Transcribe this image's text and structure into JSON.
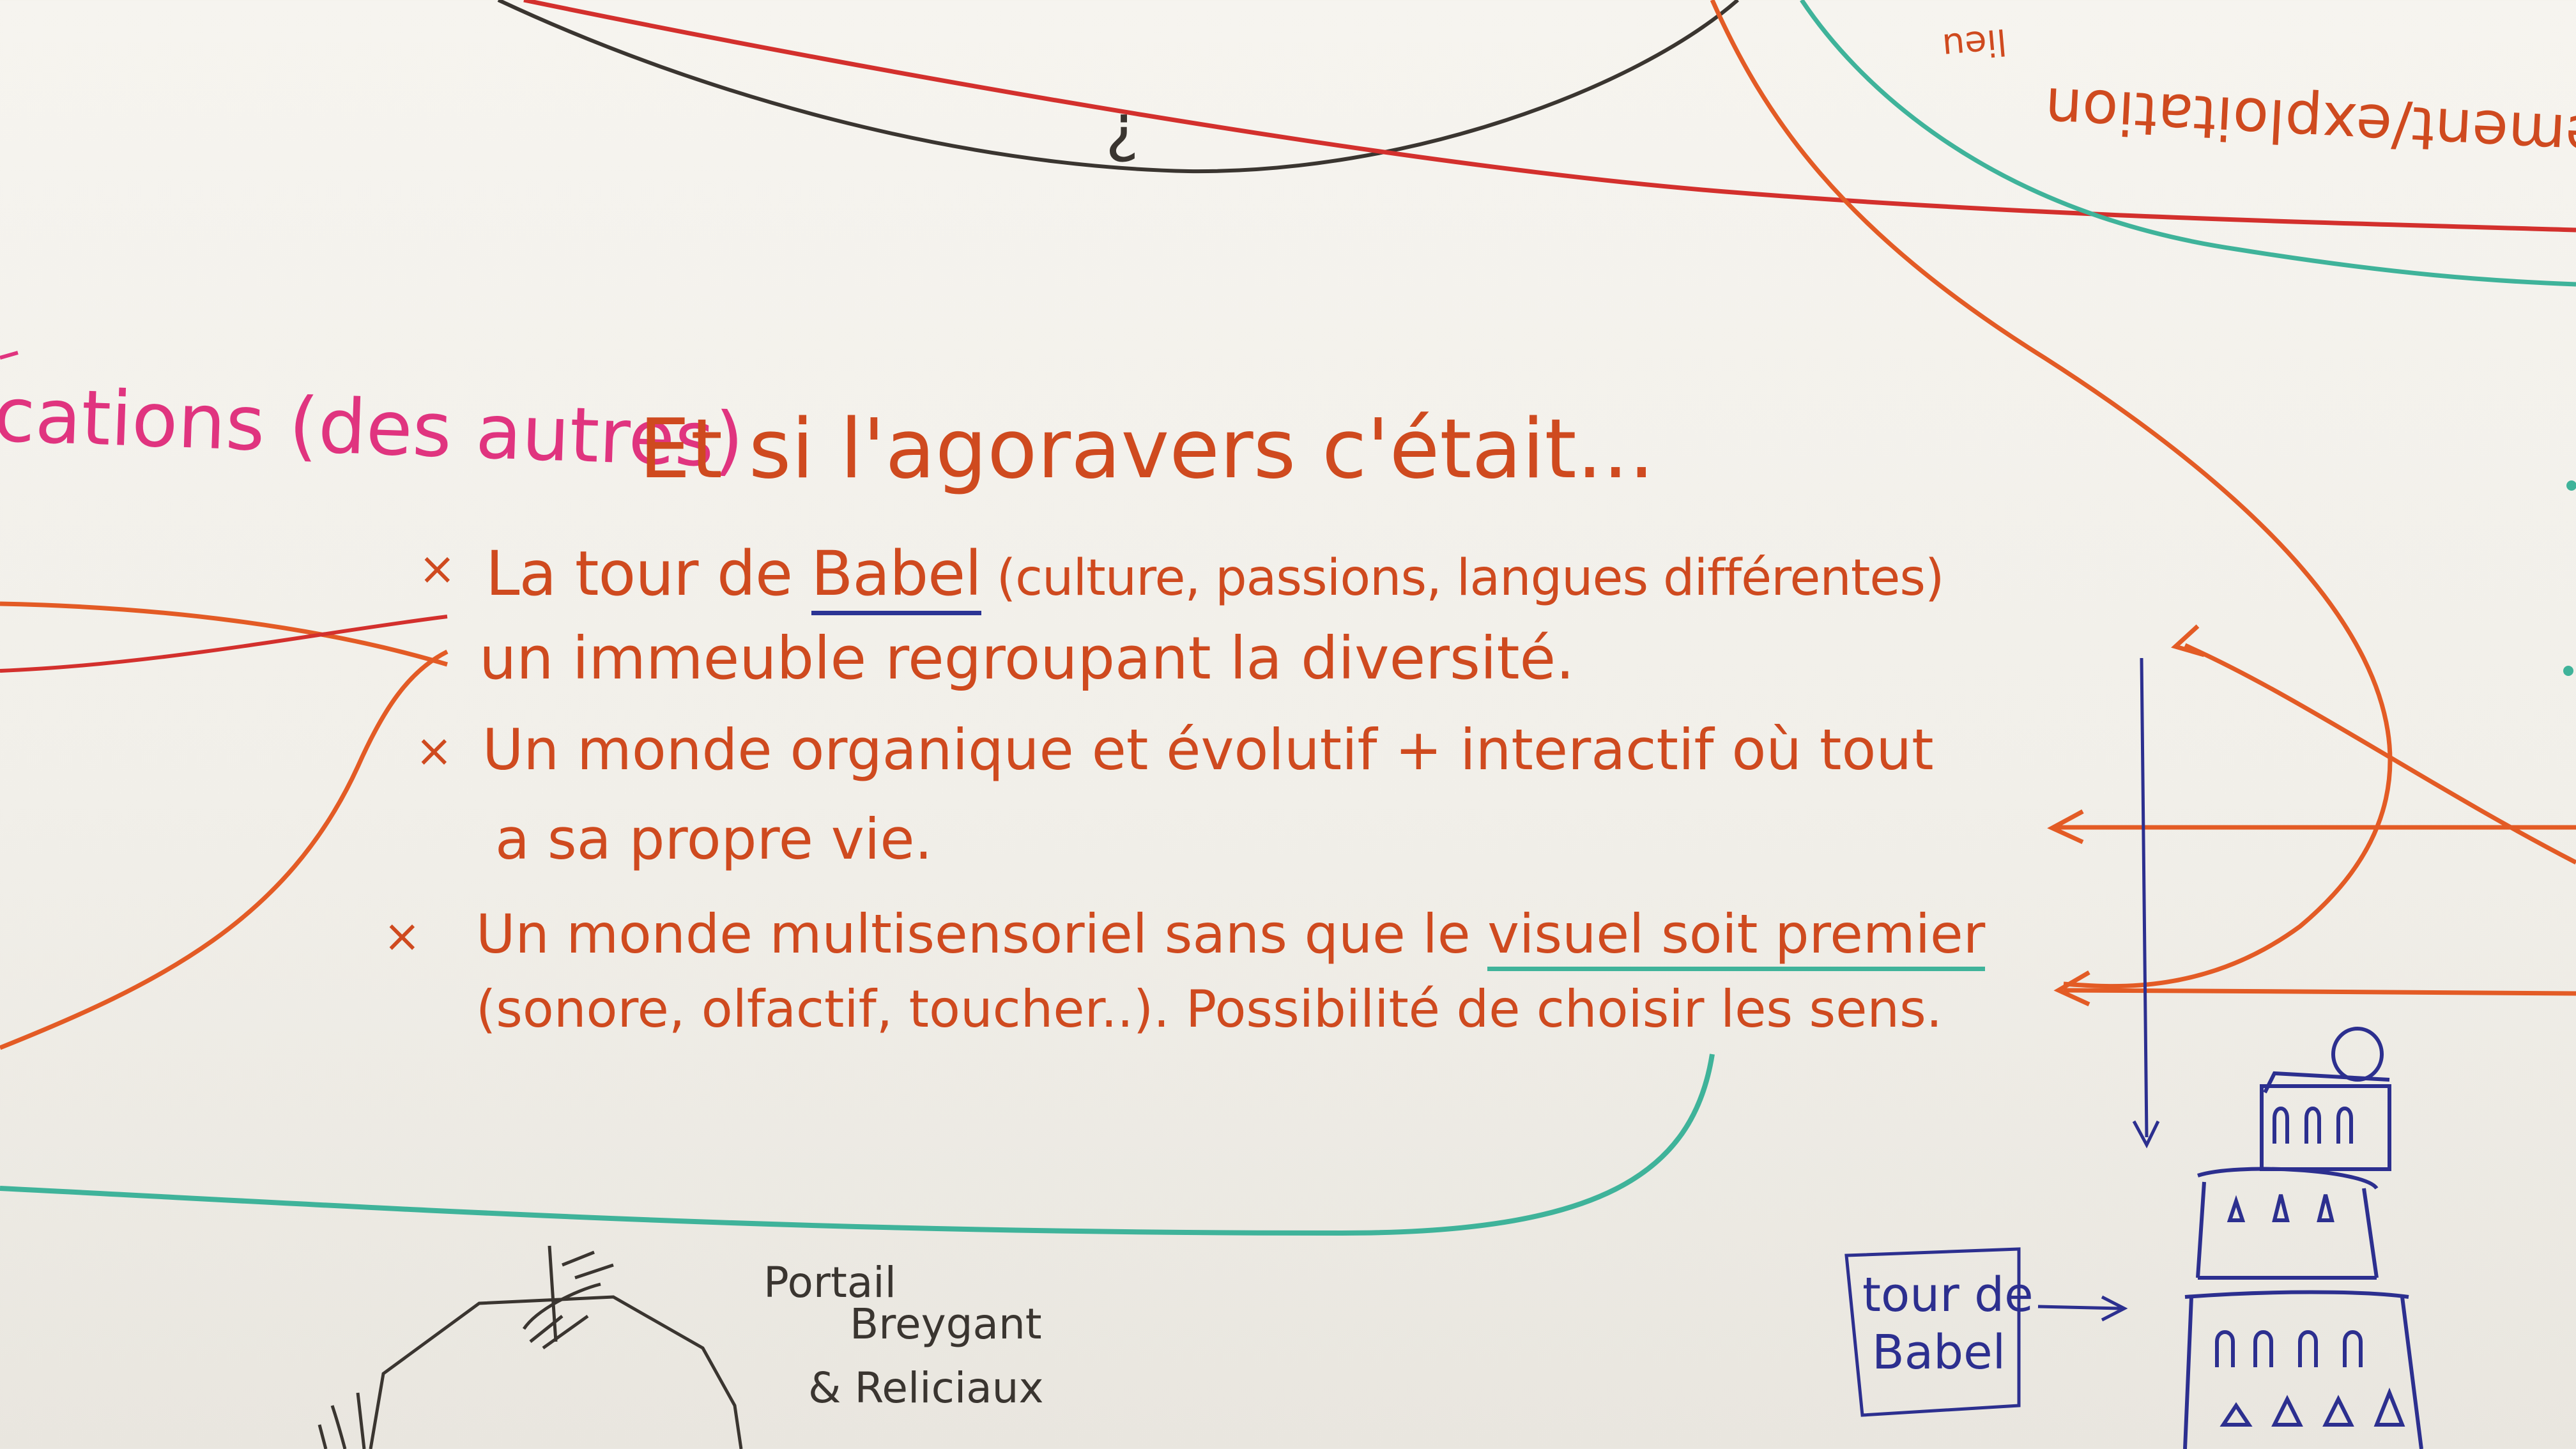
{
  "board": {
    "top_right_lines": {
      "lieu": "lieu",
      "mouvement": "ouvement/exploitation"
    },
    "center_mark": "¿",
    "left_heading": "cations (des autres)",
    "main_heading": "Et si l'agoravers c'était...",
    "bullets": [
      {
        "marker": "×",
        "line1_pre": "La tour de ",
        "line1_babel": "Babel",
        "line1_post": " (culture, passions, langues différentes)",
        "line2": "un immeuble regroupant la diversité."
      },
      {
        "marker": "×",
        "line1": "Un monde organique et évolutif + interactif où tout",
        "line2": "a sa propre vie."
      },
      {
        "marker": "×",
        "line1_pre": "Un monde multisensoriel sans que le ",
        "line1_underlined": "visuel soit premier",
        "line2": "(sonore, olfactif, toucher..). Possibilité de choisir les sens."
      }
    ],
    "portal_sketch": {
      "line1": "Portail",
      "line2": "Breygant",
      "line3": "& Reliciaux"
    },
    "babel_box": {
      "line1": "tour de",
      "line2": "Babel"
    },
    "colors": {
      "orange_marker": "#cf4a1f",
      "pink_marker": "#e0347f",
      "red_marker": "#d3302d",
      "teal_marker": "#3fb39a",
      "blue_marker": "#2c2f8f",
      "black_marker": "#3a3530",
      "board": "#f4f2ed"
    }
  }
}
